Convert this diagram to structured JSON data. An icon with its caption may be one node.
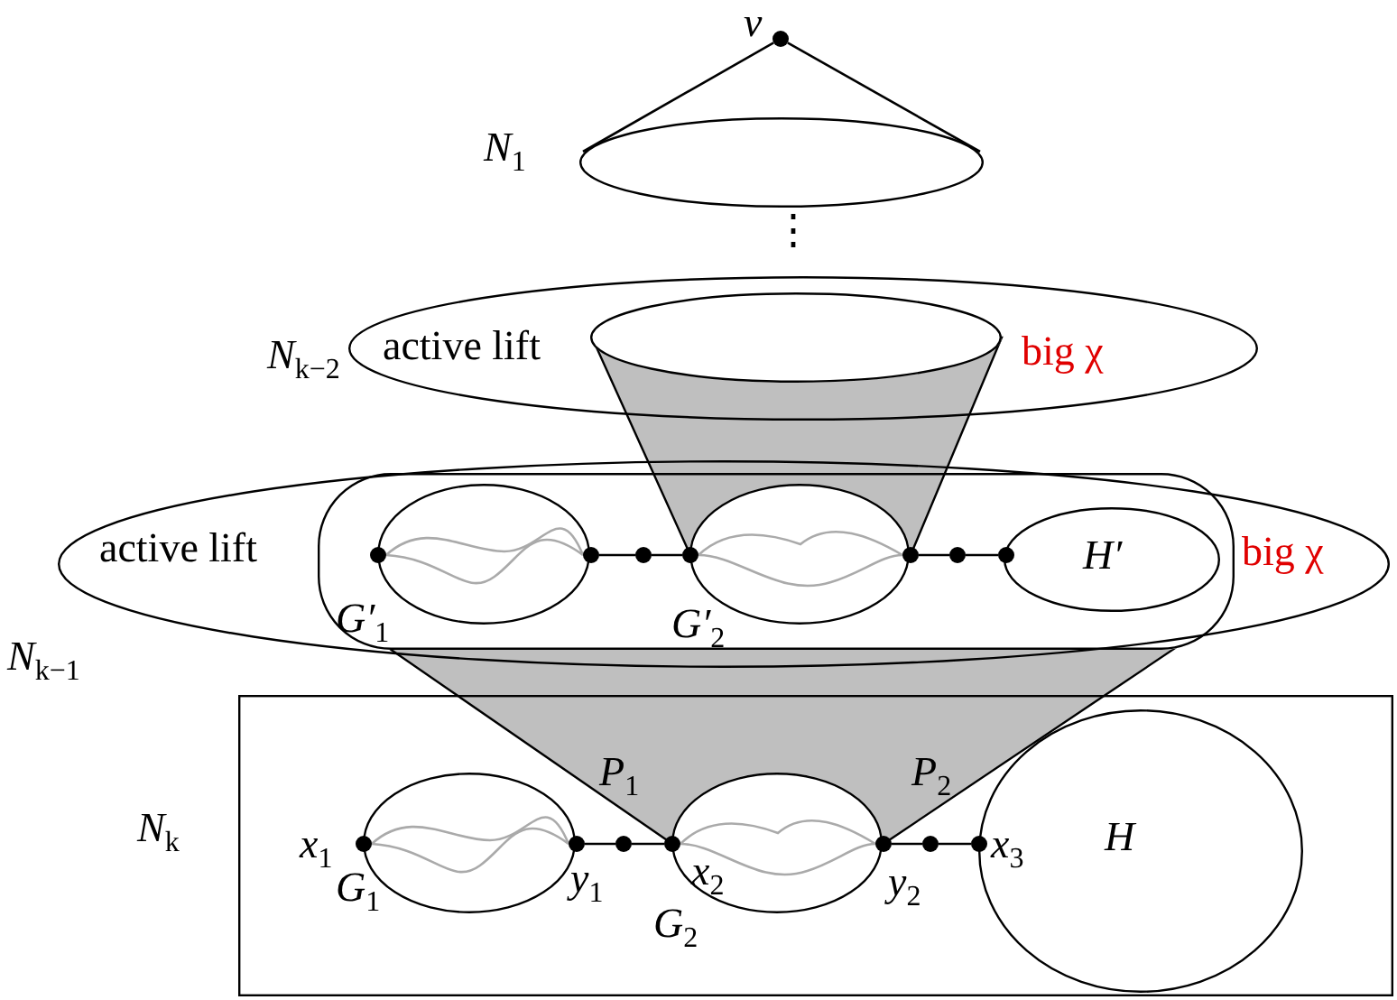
{
  "diagram": {
    "nodes": [
      {
        "text": [],
        "shape": "ellipse",
        "beside": [
          "N$_{1}$"
        ]
      },
      {
        "text": [],
        "shape": "circle",
        "beside": [
          "v"
        ]
      },
      {
        "text": [
          "active lift",
          "big χ"
        ],
        "beside": [
          "N$_{k−2}$"
        ]
      },
      {
        "text": [],
        "shape": "ellipse",
        "in": 2
      },
      {
        "text": [
          "active lift",
          "big χ"
        ],
        "beside": [
          "N$_{k−1}$"
        ]
      },
      {
        "text": [],
        "shape": "box",
        "in": 4
      },
      {
        "text": [],
        "shape": "ellipse",
        "in": 5,
        "beside": [
          "G′$_{1}$"
        ]
      },
      {
        "text": [],
        "shape": "ellipse",
        "in": 5,
        "beside": [
          "G′$_{2}$"
        ]
      },
      {
        "text": [
          "H′"
        ],
        "in": 5
      },
      {
        "text": [],
        "shape": "circle",
        "in": 6
      },
      {
        "text": [],
        "shape": "circle",
        "in": 6
      },
      {
        "text": [],
        "shape": "circle",
        "in": 5
      },
      {
        "text": [],
        "shape": "circle",
        "in": 7
      },
      {
        "text": [],
        "shape": "circle",
        "in": 7
      },
      {
        "text": [],
        "shape": "circle",
        "in": 5
      },
      {
        "text": [],
        "shape": "circle",
        "in": 5
      },
      {
        "text": [],
        "shape": "box",
        "beside": [
          "N$_{k}$"
        ]
      },
      {
        "text": [],
        "shape": "ellipse",
        "in": 16,
        "beside": [
          "G$_{1}$"
        ]
      },
      {
        "text": [],
        "shape": "ellipse",
        "in": 16,
        "beside": [
          "G$_{2}$"
        ]
      },
      {
        "text": [
          "H"
        ],
        "in": 16
      },
      {
        "text": [],
        "shape": "circle",
        "in": 17,
        "beside": [
          "x$_{1}$"
        ]
      },
      {
        "text": [],
        "shape": "circle",
        "in": 17,
        "beside": [
          "y$_{1}$"
        ]
      },
      {
        "text": [],
        "shape": "circle",
        "in": 16
      },
      {
        "text": [],
        "shape": "circle",
        "in": 18,
        "beside": [
          "x$_{2}$"
        ]
      },
      {
        "text": [],
        "shape": "circle",
        "in": 18,
        "beside": [
          "y$_{2}$"
        ]
      },
      {
        "text": [],
        "shape": "circle",
        "in": 16
      },
      {
        "text": [],
        "shape": "circle",
        "in": 16,
        "beside": [
          "x$_{3}$"
        ]
      }
    ],
    "edges": [
      {
        "from": 1,
        "to": 0,
        "arrow": "none"
      },
      {
        "from": 1,
        "to": 0,
        "arrow": "none"
      },
      {
        "from": 9,
        "to": 10,
        "arrow": "none",
        "color": "#aaaaaa"
      },
      {
        "from": 9,
        "to": 10,
        "arrow": "none",
        "color": "#aaaaaa"
      },
      {
        "from": 10,
        "to": 11,
        "arrow": "none"
      },
      {
        "from": 11,
        "to": 12,
        "arrow": "none"
      },
      {
        "from": 12,
        "to": 13,
        "arrow": "none",
        "color": "#aaaaaa"
      },
      {
        "from": 12,
        "to": 13,
        "arrow": "none",
        "color": "#aaaaaa"
      },
      {
        "from": 13,
        "to": 14,
        "arrow": "none"
      },
      {
        "from": 14,
        "to": 15,
        "arrow": "none"
      },
      {
        "from": 20,
        "to": 21,
        "arrow": "none",
        "color": "#aaaaaa"
      },
      {
        "from": 20,
        "to": 21,
        "arrow": "none",
        "color": "#aaaaaa"
      },
      {
        "from": 21,
        "to": 22,
        "arrow": "none"
      },
      {
        "from": 22,
        "to": 23,
        "arrow": "none"
      },
      {
        "from": 23,
        "to": 24,
        "arrow": "none",
        "color": "#aaaaaa"
      },
      {
        "from": 23,
        "to": 24,
        "arrow": "none",
        "color": "#aaaaaa"
      },
      {
        "from": 24,
        "to": 25,
        "arrow": "none"
      },
      {
        "from": 25,
        "to": 26,
        "arrow": "none"
      }
    ],
    "labels": [
      "⋮",
      "P$_{1}$",
      "P$_{2}$"
    ]
  }
}
